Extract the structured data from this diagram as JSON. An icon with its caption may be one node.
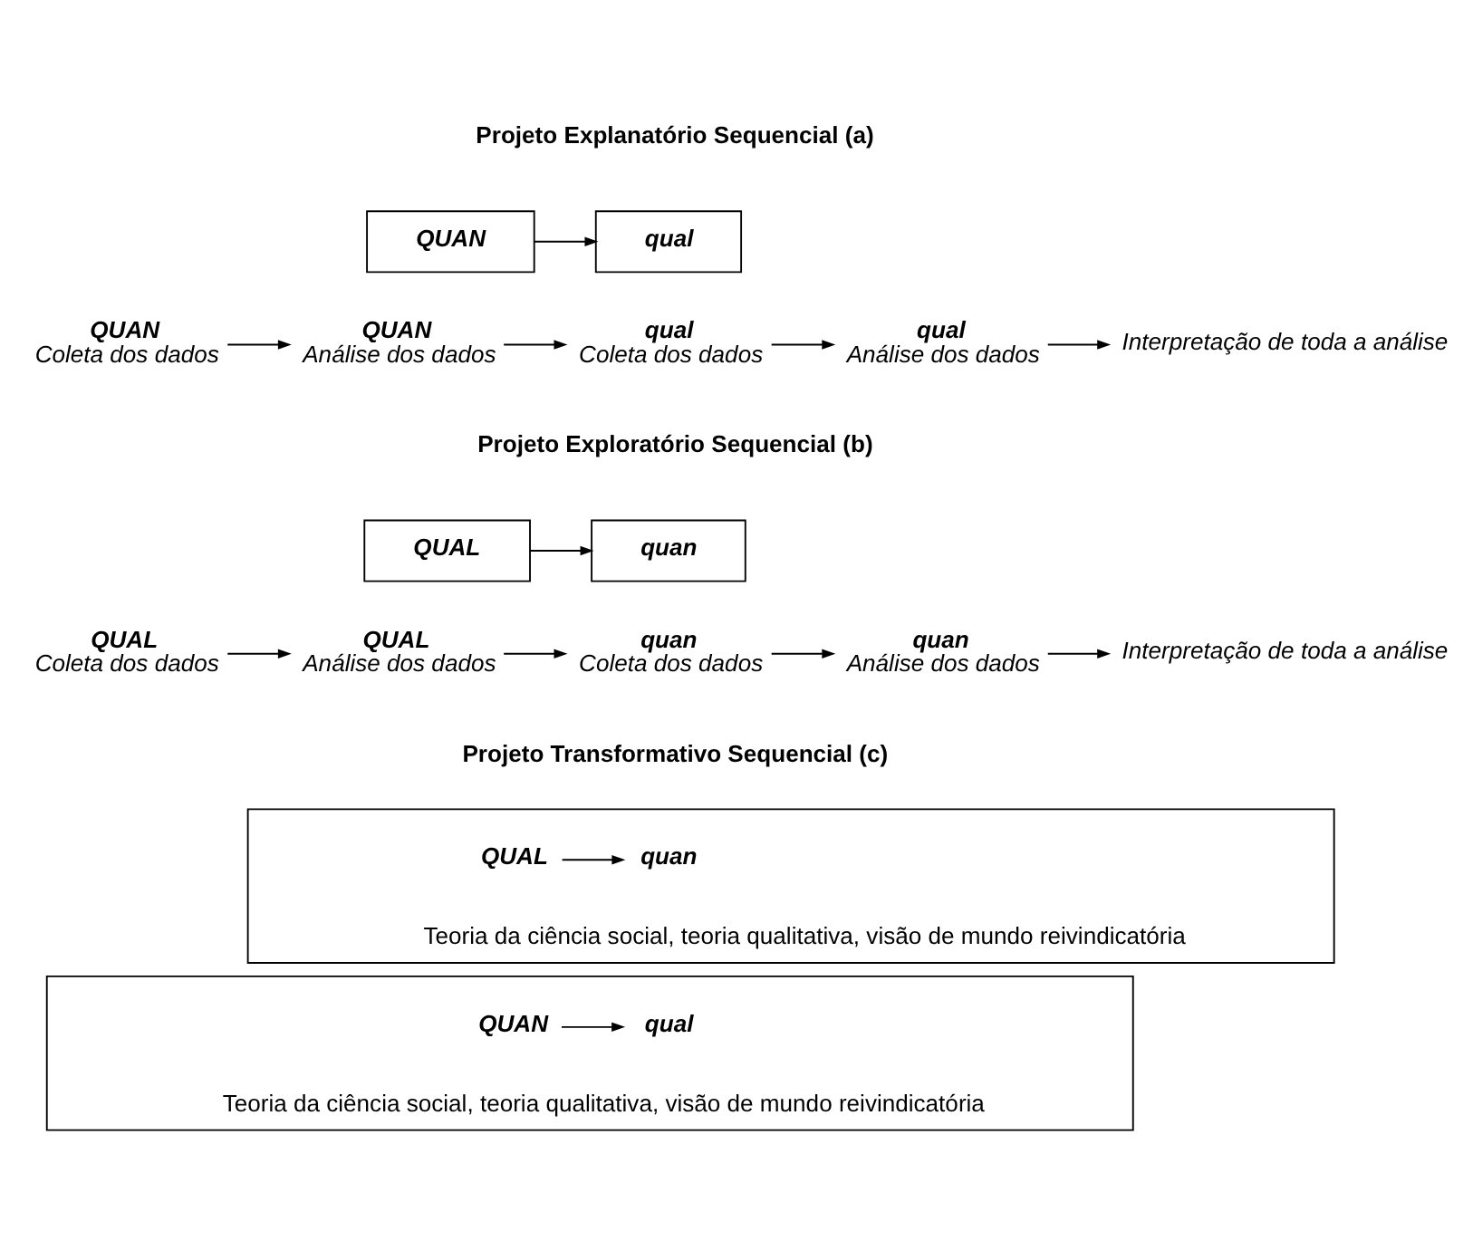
{
  "diagram": {
    "nodes": [
      {
        "text": [
          "QUAN"
        ]
      },
      {
        "text": [
          "qual"
        ]
      },
      {
        "text": [
          "QUAN",
          "Coleta dos dados"
        ]
      },
      {
        "text": [
          "QUAN",
          "Análise dos dados"
        ]
      },
      {
        "text": [
          "qual",
          "Coleta dos dados"
        ]
      },
      {
        "text": [
          "qual",
          "Análise dos dados"
        ]
      },
      {
        "text": [
          "Interpretação de toda a análise"
        ]
      },
      {
        "text": [
          "QUAL"
        ]
      },
      {
        "text": [
          "quan"
        ]
      },
      {
        "text": [
          "QUAL",
          "Coleta dos dados"
        ]
      },
      {
        "text": [
          "QUAL",
          "Análise dos dados"
        ]
      },
      {
        "text": [
          "quan",
          "Coleta dos dados"
        ]
      },
      {
        "text": [
          "quan",
          "Análise dos dados"
        ]
      },
      {
        "text": [
          "Interpretação de toda a análise"
        ]
      },
      {
        "text": [
          "Teoria da ciência social, teoria qualitativa, visão de mundo reivindicatória"
        ]
      },
      {
        "text": [
          "QUAL"
        ],
        "in": 14
      },
      {
        "text": [
          "quan"
        ],
        "in": 14
      },
      {
        "text": [
          "Teoria da ciência social, teoria qualitativa, visão de mundo reivindicatória"
        ]
      },
      {
        "text": [
          "QUAN"
        ],
        "in": 17
      },
      {
        "text": [
          "qual"
        ],
        "in": 17
      }
    ],
    "edges": [
      {
        "from": 0,
        "to": 1,
        "arrow": "to"
      },
      {
        "from": 2,
        "to": 3,
        "arrow": "to"
      },
      {
        "from": 3,
        "to": 4,
        "arrow": "to"
      },
      {
        "from": 4,
        "to": 5,
        "arrow": "to"
      },
      {
        "from": 5,
        "to": 6,
        "arrow": "to"
      },
      {
        "from": 7,
        "to": 8,
        "arrow": "to"
      },
      {
        "from": 9,
        "to": 10,
        "arrow": "to"
      },
      {
        "from": 10,
        "to": 11,
        "arrow": "to"
      },
      {
        "from": 11,
        "to": 12,
        "arrow": "to"
      },
      {
        "from": 12,
        "to": 13,
        "arrow": "to"
      },
      {
        "from": 15,
        "to": 16,
        "arrow": "to"
      },
      {
        "from": 18,
        "to": 19,
        "arrow": "to"
      }
    ],
    "labels": [
      "Projeto Explanatório Sequencial (a)",
      "Projeto Exploratório Sequencial (b)",
      "Projeto Transformativo Sequencial (c)"
    ]
  }
}
